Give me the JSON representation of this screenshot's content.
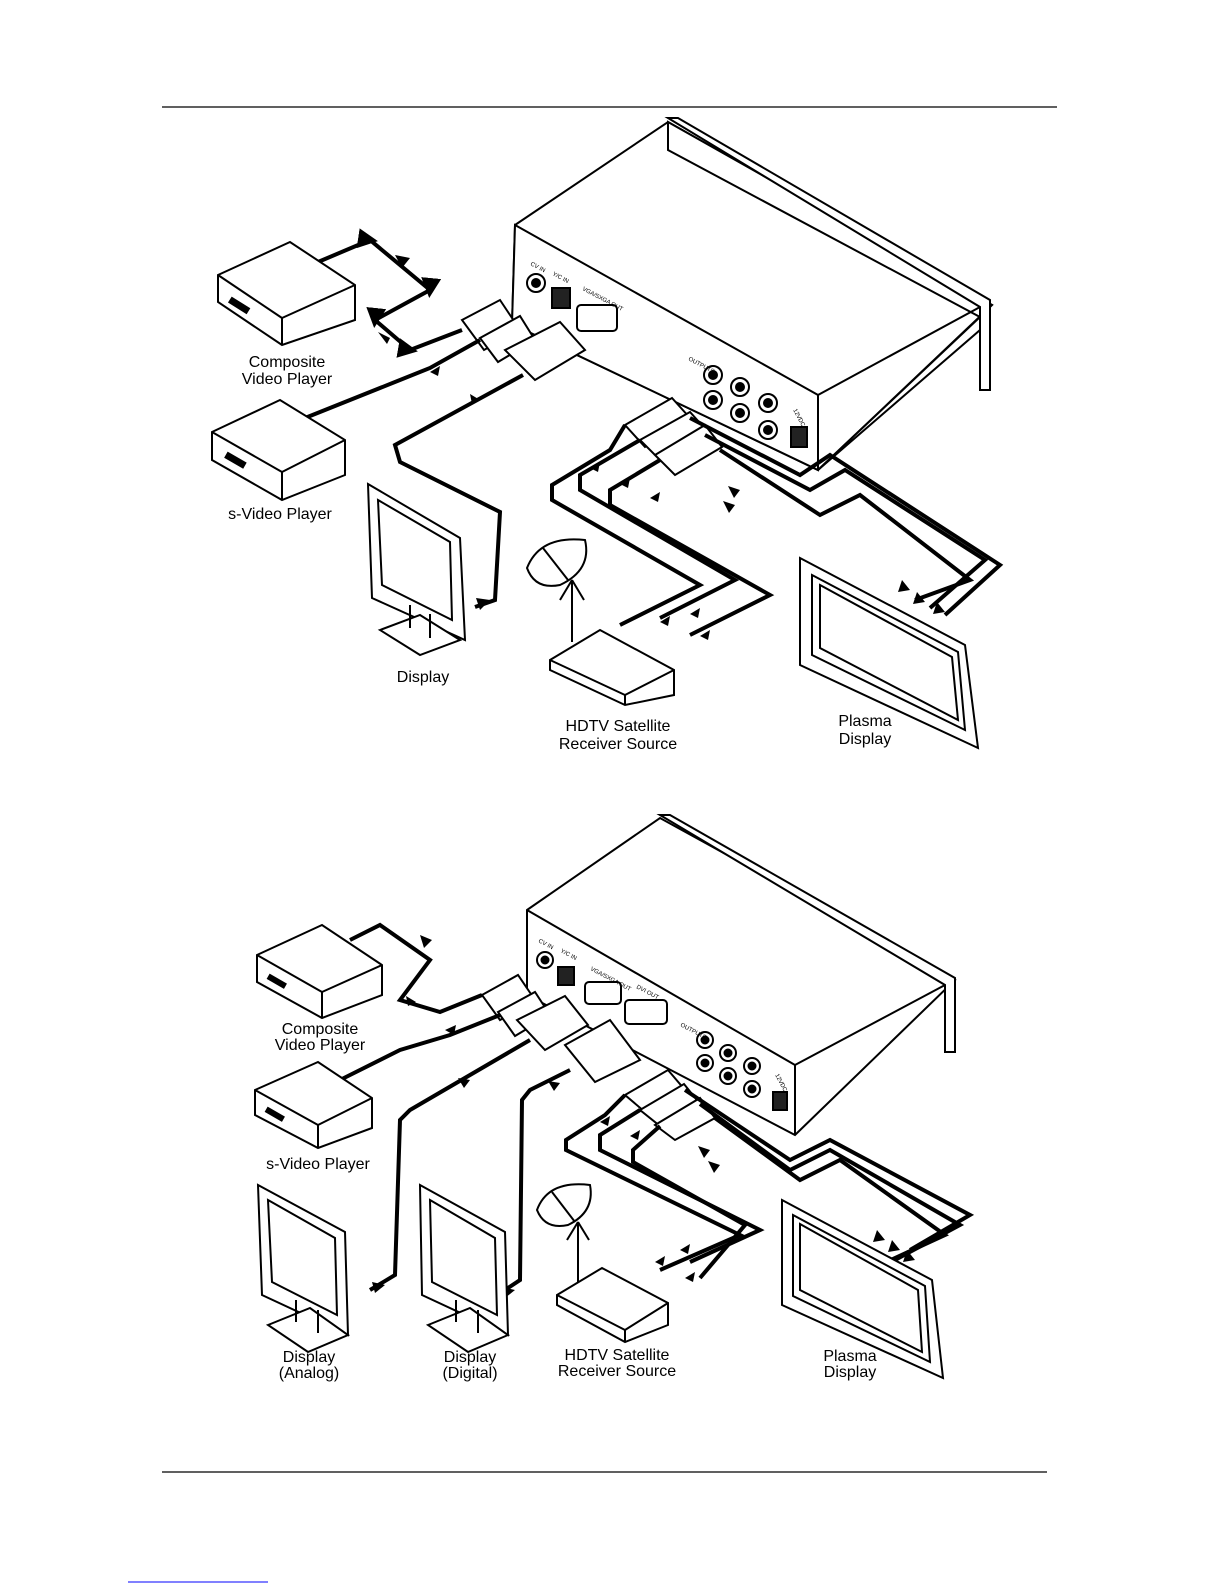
{
  "figure1": {
    "panel_labels": {
      "cv_in": "CV IN",
      "yc_in": "Y/C IN",
      "vga_out": "VGA/SXGA OUT",
      "outputs": "OUTPUTS",
      "power": "12VDC"
    },
    "devices": {
      "composite_line1": "Composite",
      "composite_line2": "Video Player",
      "svideo": "s-Video Player",
      "display": "Display",
      "hdtv_line1": "HDTV Satellite",
      "hdtv_line2": "Receiver Source",
      "plasma_line1": "Plasma",
      "plasma_line2": "Display"
    }
  },
  "figure2": {
    "panel_labels": {
      "cv_in": "CV IN",
      "yc_in": "Y/C IN",
      "vga_out": "VGA/SXGA OUT",
      "dvi_out": "DVI OUT",
      "outputs": "OUTPUTS",
      "power": "12VDC"
    },
    "devices": {
      "composite_line1": "Composite",
      "composite_line2": "Video Player",
      "svideo": "s-Video Player",
      "display_analog_line1": "Display",
      "display_analog_line2": "(Analog)",
      "display_digital_line1": "Display",
      "display_digital_line2": "(Digital)",
      "hdtv_line1": "HDTV Satellite",
      "hdtv_line2": "Receiver Source",
      "plasma_line1": "Plasma",
      "plasma_line2": "Display"
    }
  }
}
